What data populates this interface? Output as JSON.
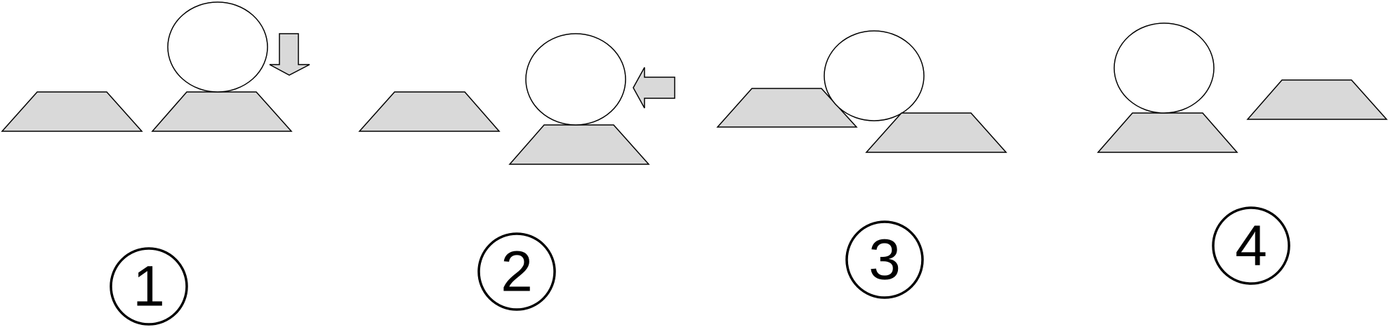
{
  "diagram": {
    "step_labels": [
      "1",
      "2",
      "3",
      "4"
    ]
  },
  "colors": {
    "block_fill": "#d9d9d9",
    "ball_fill": "#ffffff",
    "stroke": "#000000"
  },
  "icons": [
    "down-arrow-icon",
    "left-arrow-icon"
  ]
}
